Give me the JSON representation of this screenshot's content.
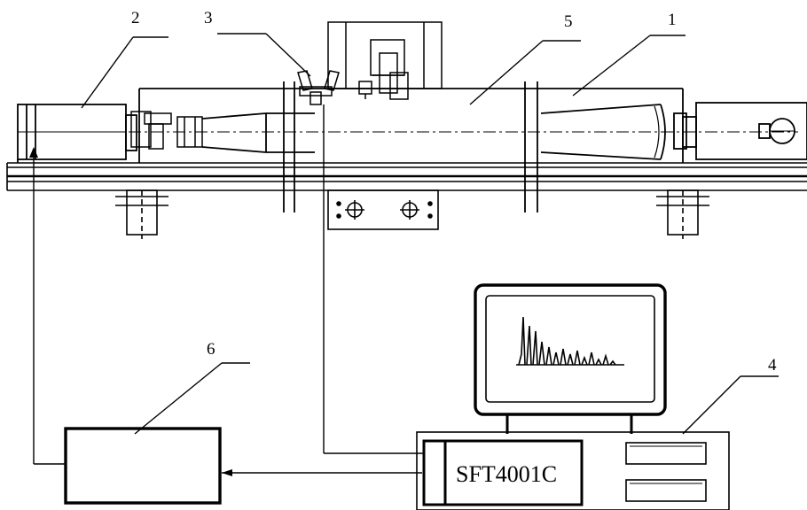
{
  "labels": {
    "l1": "1",
    "l2": "2",
    "l3": "3",
    "l4": "4",
    "l5": "5",
    "l6": "6"
  },
  "device_label": "SFT4001C",
  "colors": {
    "ink": "#000000",
    "paper": "#ffffff"
  }
}
